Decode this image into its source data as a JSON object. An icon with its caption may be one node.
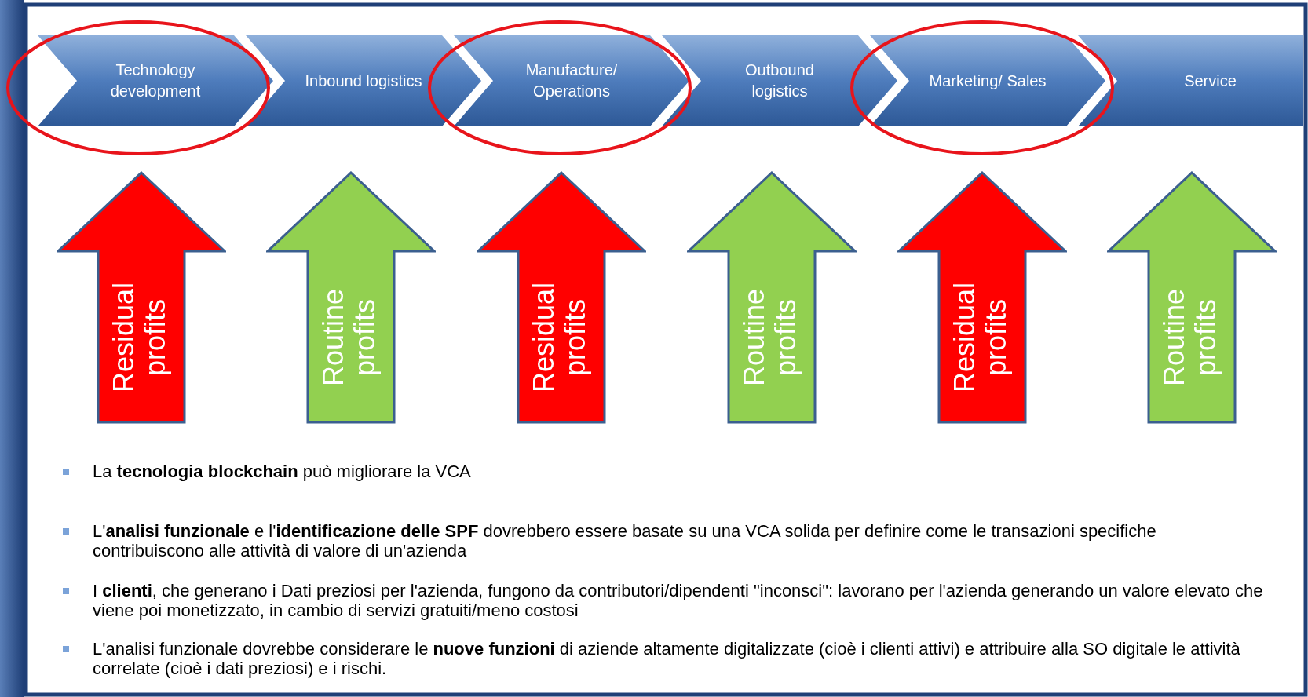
{
  "diagram": {
    "nodes": [
      {
        "text": [
          "Technology development"
        ]
      },
      {
        "text": [
          "Inbound logistics"
        ]
      },
      {
        "text": [
          "Manufacture/ Operations"
        ]
      },
      {
        "text": [
          "Outbound logistics"
        ]
      },
      {
        "text": [
          "Marketing/ Sales"
        ]
      },
      {
        "text": [
          "Service"
        ]
      },
      {
        "text": [
          "Residual profits"
        ]
      },
      {
        "text": [
          "Routine profits"
        ]
      },
      {
        "text": [
          "Residual profits"
        ]
      },
      {
        "text": [
          "Routine profits"
        ]
      },
      {
        "text": [
          "Residual profits"
        ]
      },
      {
        "text": [
          "Routine profits"
        ]
      }
    ],
    "labels": [
      "La **tecnologia blockchain** può migliorare la VCA",
      "L'**analisi funzionale** e l'**identificazione delle SPF** dovrebbero essere basate su una VCA solida per definire come le transazioni specifiche contribuiscono alle attività di valore di un'azienda",
      "I **clienti**, che generano i Dati preziosi per l'azienda, fungono da contributori/dipendenti \"inconsci\": lavorano per l'azienda generando un valore elevato che viene poi monetizzato, in cambio di servizi gratuiti/meno costosi",
      "L'analisi funzionale dovrebbe considerare le **nuove funzioni** di aziende altamente digitalizzate (cioè i clienti attivi) e attribuire alla SO digitale le attività correlate (cioè i dati preziosi) e i rischi."
    ]
  }
}
